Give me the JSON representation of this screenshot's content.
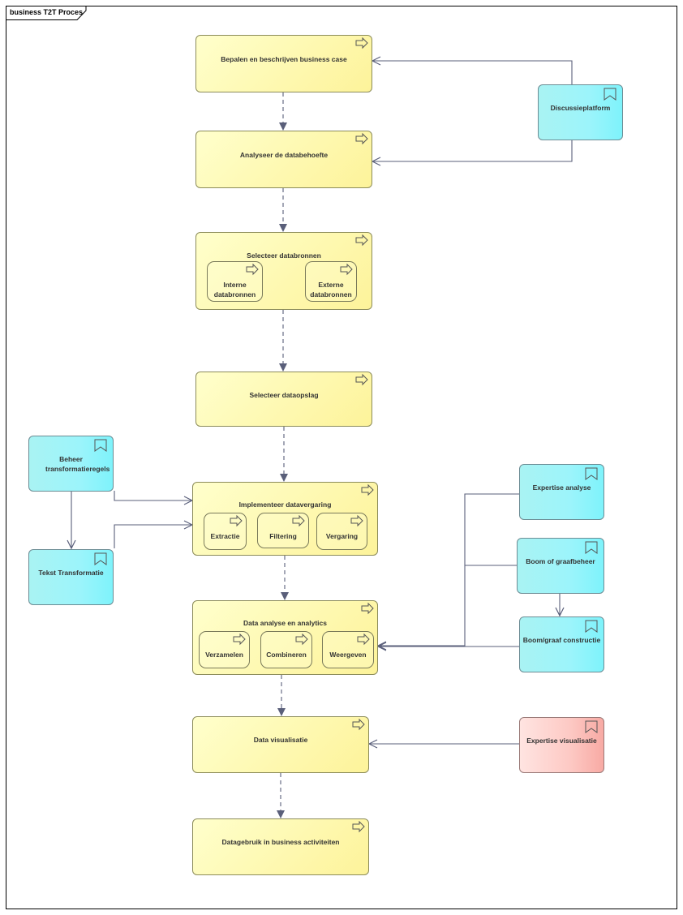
{
  "diagram_title": "business T2T Proces",
  "nodes": {
    "bepalen": "Bepalen en beschrijven business case",
    "analyseer": "Analyseer de databehoefte",
    "selecteer_bronnen": "Selecteer databronnen",
    "interne": "Interne databronnen",
    "externe": "Externe databronnen",
    "selecteer_opslag": "Selecteer dataopslag",
    "implementeer": "Implementeer datavergaring",
    "extractie": "Extractie",
    "filtering": "Filtering",
    "vergaring": "Vergaring",
    "data_analyse": "Data analyse en analytics",
    "verzamelen": "Verzamelen",
    "combineren": "Combineren",
    "weergeven": "Weergeven",
    "visualisatie": "Data visualisatie",
    "datagebruik": "Datagebruik in business activiteiten",
    "discussieplatform": "Discussieplatform",
    "beheer_transformatieregels": "Beheer transformatieregels",
    "tekst_transformatie": "Tekst Transformatie",
    "expertise_analyse": "Expertise analyse",
    "boom_graafbeheer": "Boom of graafbeheer",
    "boom_graaf_constructie": "Boom/graaf constructie",
    "expertise_visualisatie": "Expertise visualisatie"
  },
  "colors": {
    "process_fill": "#fdf39a",
    "service_fill": "#9cf4fb",
    "service_red_fill": "#fdc9c4",
    "connector": "#5a5f7a"
  },
  "icons": {
    "process": "process-arrow-icon",
    "service": "service-bookmark-icon"
  }
}
